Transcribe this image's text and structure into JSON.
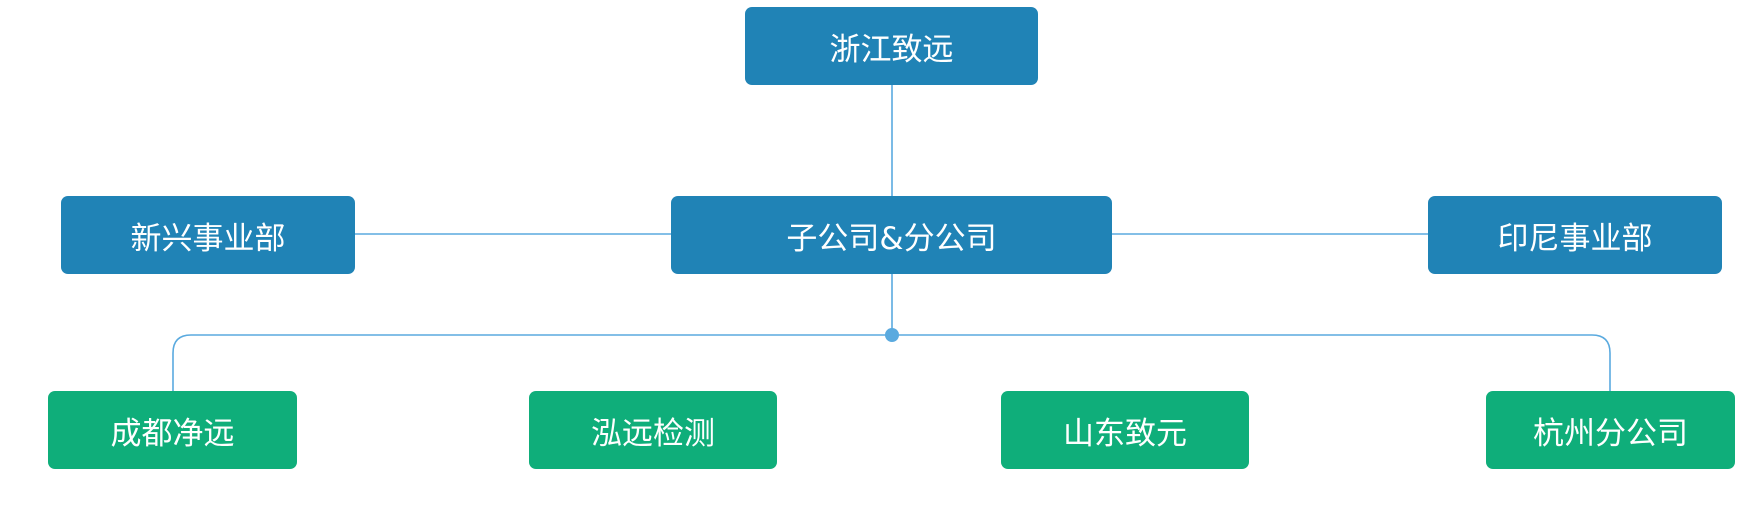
{
  "colors": {
    "primary_node": "#2083b6",
    "child_node": "#0fae7a",
    "connector": "#5aaadf",
    "node_text": "#ffffff"
  },
  "nodes": {
    "root": "浙江致远",
    "center": "子公司&分公司",
    "left_division": "新兴事业部",
    "right_division": "印尼事业部",
    "children": [
      "成都净远",
      "泓远检测",
      "山东致元",
      "杭州分公司"
    ]
  }
}
